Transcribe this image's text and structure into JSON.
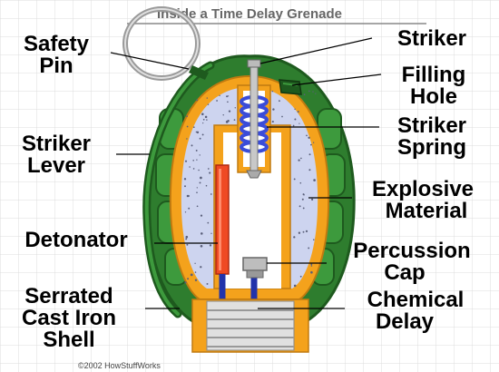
{
  "title": "Inside a Time Delay Grenade",
  "copyright": "©2002 HowStuffWorks",
  "labels": {
    "safety_pin": [
      "Safety",
      "Pin"
    ],
    "striker_lever": [
      "Striker",
      "Lever"
    ],
    "detonator": [
      "Detonator"
    ],
    "shell": [
      "Serrated",
      "Cast Iron",
      "Shell"
    ],
    "striker": [
      "Striker"
    ],
    "filling_hole": [
      "Filling",
      "Hole"
    ],
    "striker_spring": [
      "Striker",
      "Spring"
    ],
    "explosive": [
      "Explosive",
      "Material"
    ],
    "percussion_cap": [
      "Percussion",
      "Cap"
    ],
    "chemical_delay": [
      "Chemical",
      "Delay"
    ]
  },
  "colors": {
    "shell_green": "#2e7d2e",
    "shell_dark": "#1e5a1e",
    "inner_orange": "#f4a21c",
    "explosive": "#cdd4ef",
    "spring_blue": "#3a4cd8",
    "detonator_red": "#ef4a24",
    "tube_blue": "#2233aa",
    "grid_line": "#dcdcdc"
  }
}
